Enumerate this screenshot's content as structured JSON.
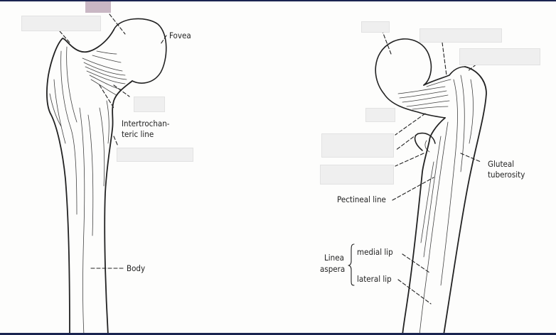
{
  "labels": {
    "fovea": "Fovea",
    "intertrochanteric_1": "Intertrochan-",
    "intertrochanteric_2": "teric line",
    "body": "Body",
    "gluteal_1": "Gluteal",
    "gluteal_2": "tuberosity",
    "pectineal": "Pectineal line",
    "linea_1": "Linea",
    "linea_2": "aspera",
    "medial_lip": "medial lip",
    "lateral_lip": "lateral lip"
  },
  "colors": {
    "frame_border": "#1a2450",
    "mask_fill": "#efefef",
    "mask_tab": "#c9b7c4",
    "ink": "#222222"
  }
}
